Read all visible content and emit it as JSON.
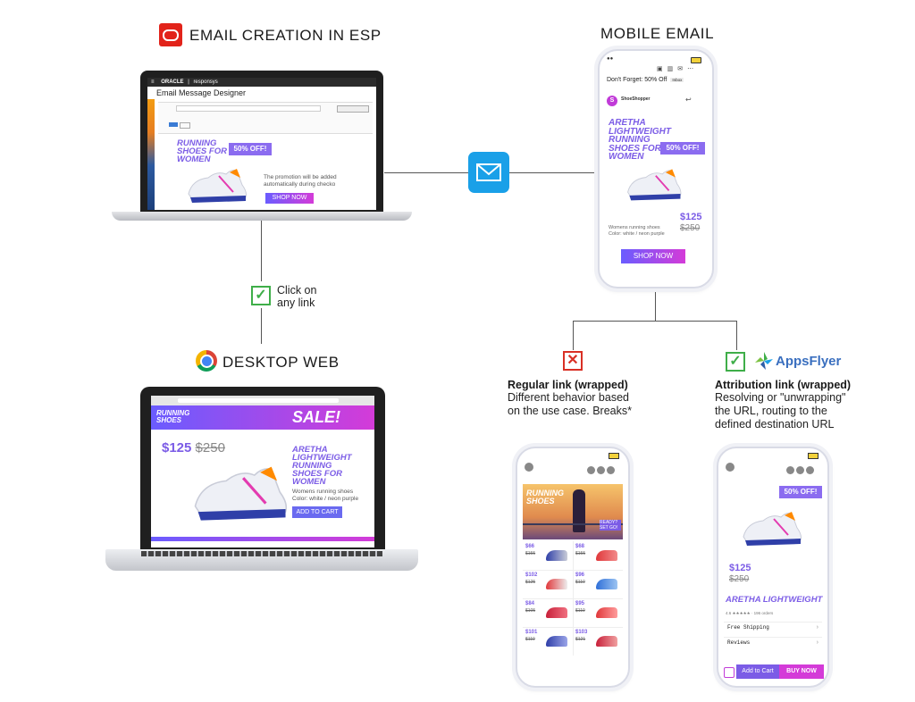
{
  "headings": {
    "esp": "EMAIL CREATION IN ESP",
    "mobile": "MOBILE EMAIL",
    "desktop": "DESKTOP WEB"
  },
  "click_note": {
    "line1": "Click on",
    "line2": "any link"
  },
  "esp_screen": {
    "brand1": "ORACLE",
    "brand2": "responsys",
    "designer_title": "Email Message Designer",
    "promo_title": "RUNNING SHOES FOR WOMEN",
    "badge": "50% OFF!",
    "promo_text": "The promotion will be added automatically during checko",
    "cta": "SHOP NOW"
  },
  "mobile_email": {
    "subject": "Don't Forget: 50% Off",
    "inbox_tag": "Inbox",
    "sender": "ShoeShopper",
    "avatar_letter": "S",
    "headline": "ARETHA LIGHTWEIGHT RUNNING SHOES FOR WOMEN",
    "badge": "50% OFF!",
    "price_new": "$125",
    "price_old": "$250",
    "desc1": "Womens running shoes",
    "desc2": "Color: white / neon purple",
    "cta": "SHOP NOW"
  },
  "desktop_web": {
    "banner_title": "RUNNING SHOES",
    "sale": "SALE!",
    "price_new": "$125",
    "price_old": "$250",
    "headline": "ARETHA LIGHTWEIGHT RUNNING SHOES FOR WOMEN",
    "desc1": "Womens running shoes",
    "desc2": "Color: white / neon purple",
    "cta": "ADD TO CART"
  },
  "regular_link": {
    "title": "Regular link (wrapped)",
    "line1": "Different behavior based",
    "line2": "on the use case. Breaks*"
  },
  "attribution_link": {
    "brand": "AppsFlyer",
    "title": "Attribution link (wrapped)",
    "line1": "Resolving or \"unwrapping\"",
    "line2": "the URL, routing to the",
    "line3": "defined destination URL"
  },
  "phone_regular": {
    "hero_title": "RUNNING SHOES",
    "hero_tag": "READY? SET GO!",
    "grid": [
      {
        "new": "$66",
        "old": "$155"
      },
      {
        "new": "$68",
        "old": "$155"
      },
      {
        "new": "$102",
        "old": "$125"
      },
      {
        "new": "$96",
        "old": "$110"
      },
      {
        "new": "$84",
        "old": "$105"
      },
      {
        "new": "$95",
        "old": "$119"
      },
      {
        "new": "$101",
        "old": "$119"
      },
      {
        "new": "$103",
        "old": "$121"
      }
    ]
  },
  "phone_attribution": {
    "badge": "50% OFF!",
    "price_new": "$125",
    "price_old": "$250",
    "headline": "ARETHA LIGHTWEIGHT",
    "orders": "4.6 ★★★★★ · 196 orders",
    "row1": "Free Shipping",
    "row2": "Reviews",
    "add_to_cart": "Add to Cart",
    "buy_now": "BUY NOW"
  },
  "colors": {
    "accent_purple": "#7b5ce6",
    "magenta": "#d43bd8",
    "check_green": "#3fae49",
    "x_red": "#d93025",
    "email_icon_blue": "#1aa0e8",
    "oracle_red": "#e2231a"
  },
  "icons": [
    "oracle-logo-icon",
    "envelope-icon",
    "check-icon",
    "x-icon",
    "chrome-icon",
    "appsflyer-logo-icon"
  ]
}
